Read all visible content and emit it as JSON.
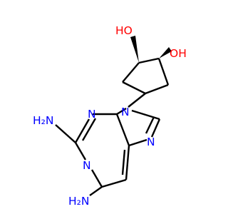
{
  "molecule": {
    "atoms": {
      "oh_top": "HO",
      "oh_right": "OH",
      "n9": "N",
      "n3": "N",
      "n1": "N",
      "n7": "N",
      "nh2_c2": "H₂N",
      "nh2_c6": "H₂N"
    },
    "colors": {
      "bond": "#000000",
      "oxygen": "#ff0000",
      "nitrogen": "#0000ff"
    }
  }
}
